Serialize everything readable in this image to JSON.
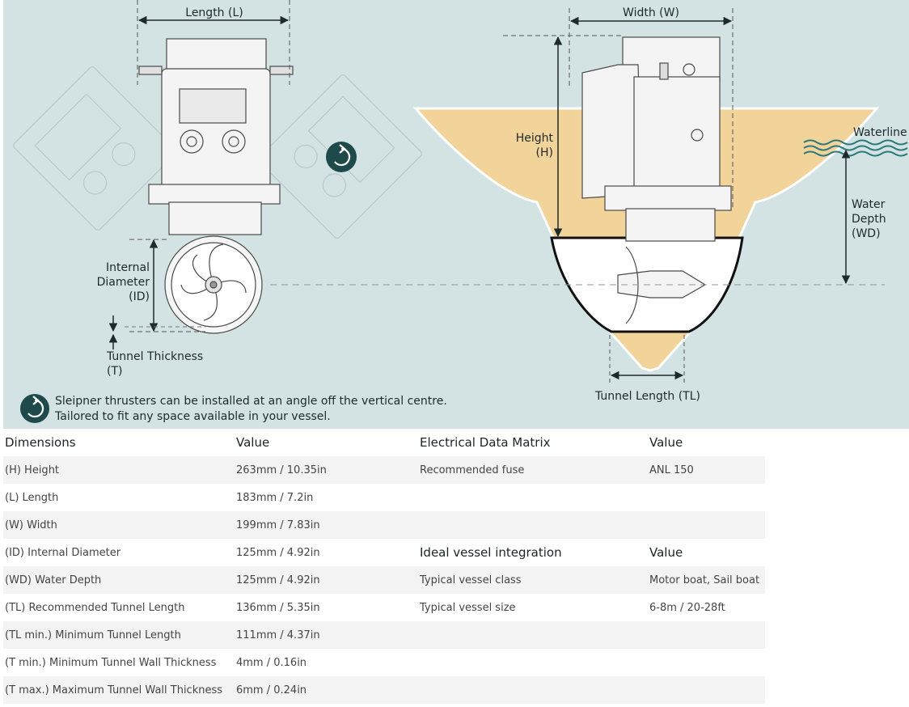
{
  "diagram": {
    "labels": {
      "length": "Length (L)",
      "width": "Width (W)",
      "height_line1": "Height",
      "height_line2": "(H)",
      "id_line1": "Internal",
      "id_line2": "Diameter",
      "id_line3": "(ID)",
      "t_line1": "Tunnel Thickness",
      "t_line2": "(T)",
      "waterline": "Waterline",
      "wd_line1": "Water",
      "wd_line2": "Depth",
      "wd_line3": "(WD)",
      "tunnel_length": "Tunnel Length (TL)"
    },
    "note_line1": "Sleipner thrusters can be installed at an angle off the vertical centre.",
    "note_line2": "Tailored to fit any space available in your vessel."
  },
  "colors": {
    "diagram_bg": "#d3e2e2",
    "hull_fill": "#f2d39a",
    "accent": "#1f4a4c"
  },
  "dimensions_table": {
    "header_key": "Dimensions",
    "header_value": "Value",
    "rows": [
      {
        "key": "(H) Height",
        "value": "263mm / 10.35in"
      },
      {
        "key": "(L) Length",
        "value": "183mm / 7.2in"
      },
      {
        "key": "(W) Width",
        "value": "199mm / 7.83in"
      },
      {
        "key": "(ID) Internal Diameter",
        "value": "125mm / 4.92in"
      },
      {
        "key": "(WD) Water Depth",
        "value": "125mm / 4.92in"
      },
      {
        "key": "(TL) Recommended Tunnel Length",
        "value": "136mm / 5.35in"
      },
      {
        "key": "(TL min.) Minimum Tunnel Length",
        "value": "111mm / 4.37in"
      },
      {
        "key": "(T min.) Minimum Tunnel Wall Thickness",
        "value": "4mm / 0.16in"
      },
      {
        "key": "(T max.) Maximum Tunnel Wall Thickness",
        "value": "6mm / 0.24in"
      }
    ]
  },
  "electrical_table": {
    "header_key": "Electrical Data Matrix",
    "header_value": "Value",
    "rows": [
      {
        "key": "Recommended fuse",
        "value": "ANL 150"
      }
    ]
  },
  "vessel_table": {
    "header_key": "Ideal vessel integration",
    "header_value": "Value",
    "rows": [
      {
        "key": "Typical vessel class",
        "value": "Motor boat, Sail boat"
      },
      {
        "key": "Typical vessel size",
        "value": "6-8m / 20-28ft"
      }
    ]
  }
}
